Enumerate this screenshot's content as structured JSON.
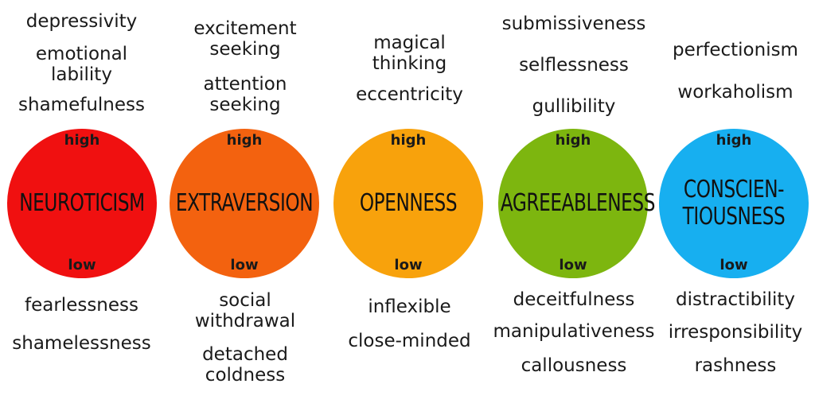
{
  "colors": {
    "neuroticism": "#f01010",
    "extraversion": "#f3620f",
    "openness": "#f8a20c",
    "agreeableness": "#7db60f",
    "conscientiousness": "#17aff0"
  },
  "traits": [
    {
      "name": "NEUROTICISM",
      "high_label": "high",
      "low_label": "low",
      "high_terms": [
        "depressivity",
        "emotional",
        "lability",
        "shamefulness"
      ],
      "low_terms": [
        "fearlessness",
        "shamelessness"
      ]
    },
    {
      "name": "EXTRAVERSION",
      "high_label": "high",
      "low_label": "low",
      "high_terms": [
        "excitement",
        "seeking",
        "attention",
        "seeking"
      ],
      "low_terms": [
        "social",
        "withdrawal",
        "detached",
        "coldness"
      ]
    },
    {
      "name": "OPENNESS",
      "high_label": "high",
      "low_label": "low",
      "high_terms": [
        "magical",
        "thinking",
        "eccentricity"
      ],
      "low_terms": [
        "inflexible",
        "close-minded"
      ]
    },
    {
      "name": "AGREEABLENESS",
      "high_label": "high",
      "low_label": "low",
      "high_terms": [
        "submissiveness",
        "selflessness",
        "gullibility"
      ],
      "low_terms": [
        "deceitfulness",
        "manipulativeness",
        "callousness"
      ]
    },
    {
      "name": "CONSCIEN-\nTIOUSNESS",
      "high_label": "high",
      "low_label": "low",
      "high_terms": [
        "perfectionism",
        "workaholism"
      ],
      "low_terms": [
        "distractibility",
        "irresponsibility",
        "rashness"
      ]
    }
  ]
}
